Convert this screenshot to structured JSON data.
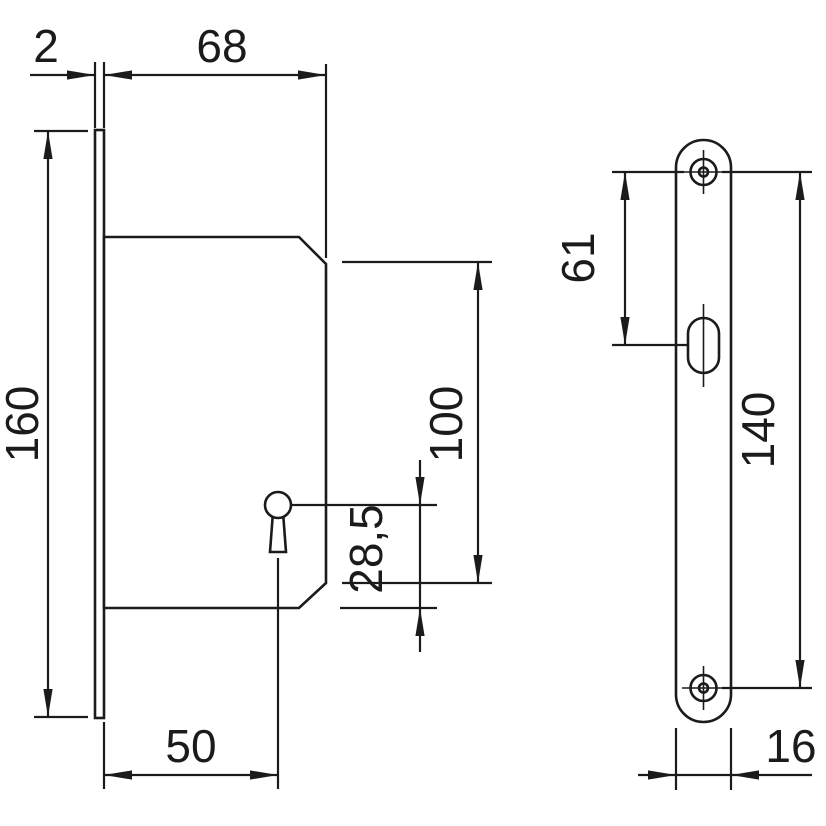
{
  "drawing": {
    "type": "technical-dimension-drawing",
    "subject": "mortise lock with faceplate",
    "colors": {
      "line": "#1b1b1b",
      "background": "#ffffff"
    },
    "left_view": {
      "dim_faceplate_thickness": "2",
      "dim_body_width": "68",
      "dim_faceplate_height": "160",
      "dim_body_height": "100",
      "dim_keyhole_to_bottom": "28,5",
      "dim_backset": "50"
    },
    "right_view": {
      "dim_top_hole_to_slot": "61",
      "dim_hole_spacing": "140",
      "dim_plate_width": "16"
    }
  }
}
